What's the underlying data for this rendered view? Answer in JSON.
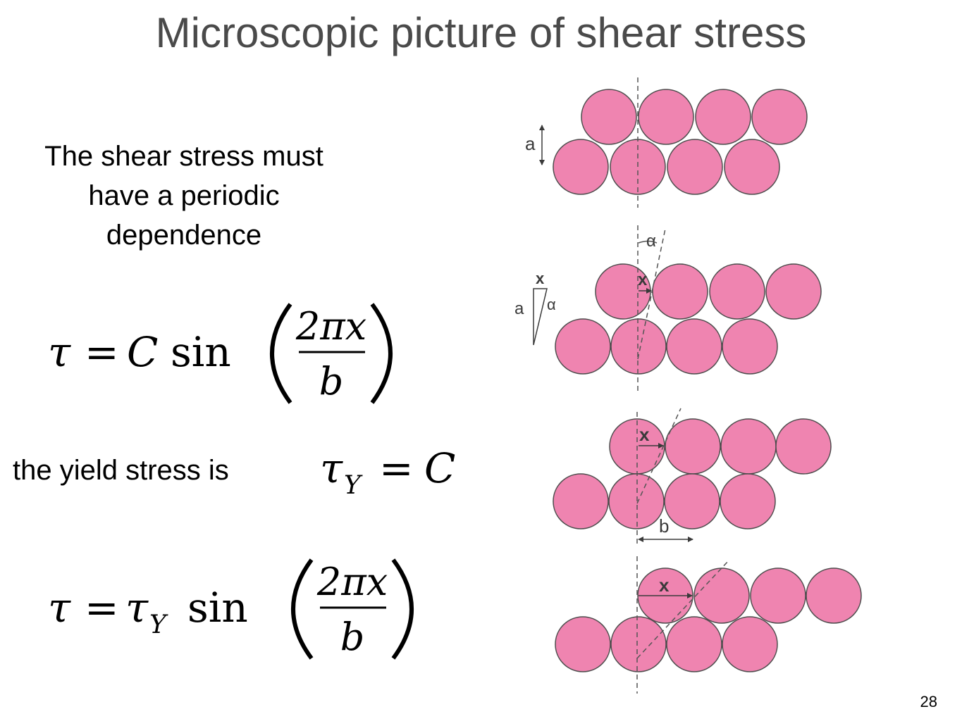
{
  "slide": {
    "title": "Microscopic picture of shear stress",
    "description": "The shear stress must have a periodic dependence",
    "yield_label": "the yield stress is",
    "page_number": "28"
  },
  "equations": {
    "eq1": {
      "lhs": "τ",
      "equals": "=",
      "coeff": "C",
      "func": "sin",
      "numerator": "2πx",
      "denominator": "b"
    },
    "eq2": {
      "lhs": "τ",
      "sub": "Y",
      "equals": "=",
      "rhs": "C"
    },
    "eq3": {
      "lhs": "τ",
      "equals": "=",
      "coeff": "τ",
      "coeff_sub": "Y",
      "func": "sin",
      "numerator": "2πx",
      "denominator": "b"
    }
  },
  "diagram": {
    "circle_color": "#ef84b0",
    "labels": {
      "a": "a",
      "x": "x",
      "alpha": "α",
      "b": "b"
    }
  }
}
